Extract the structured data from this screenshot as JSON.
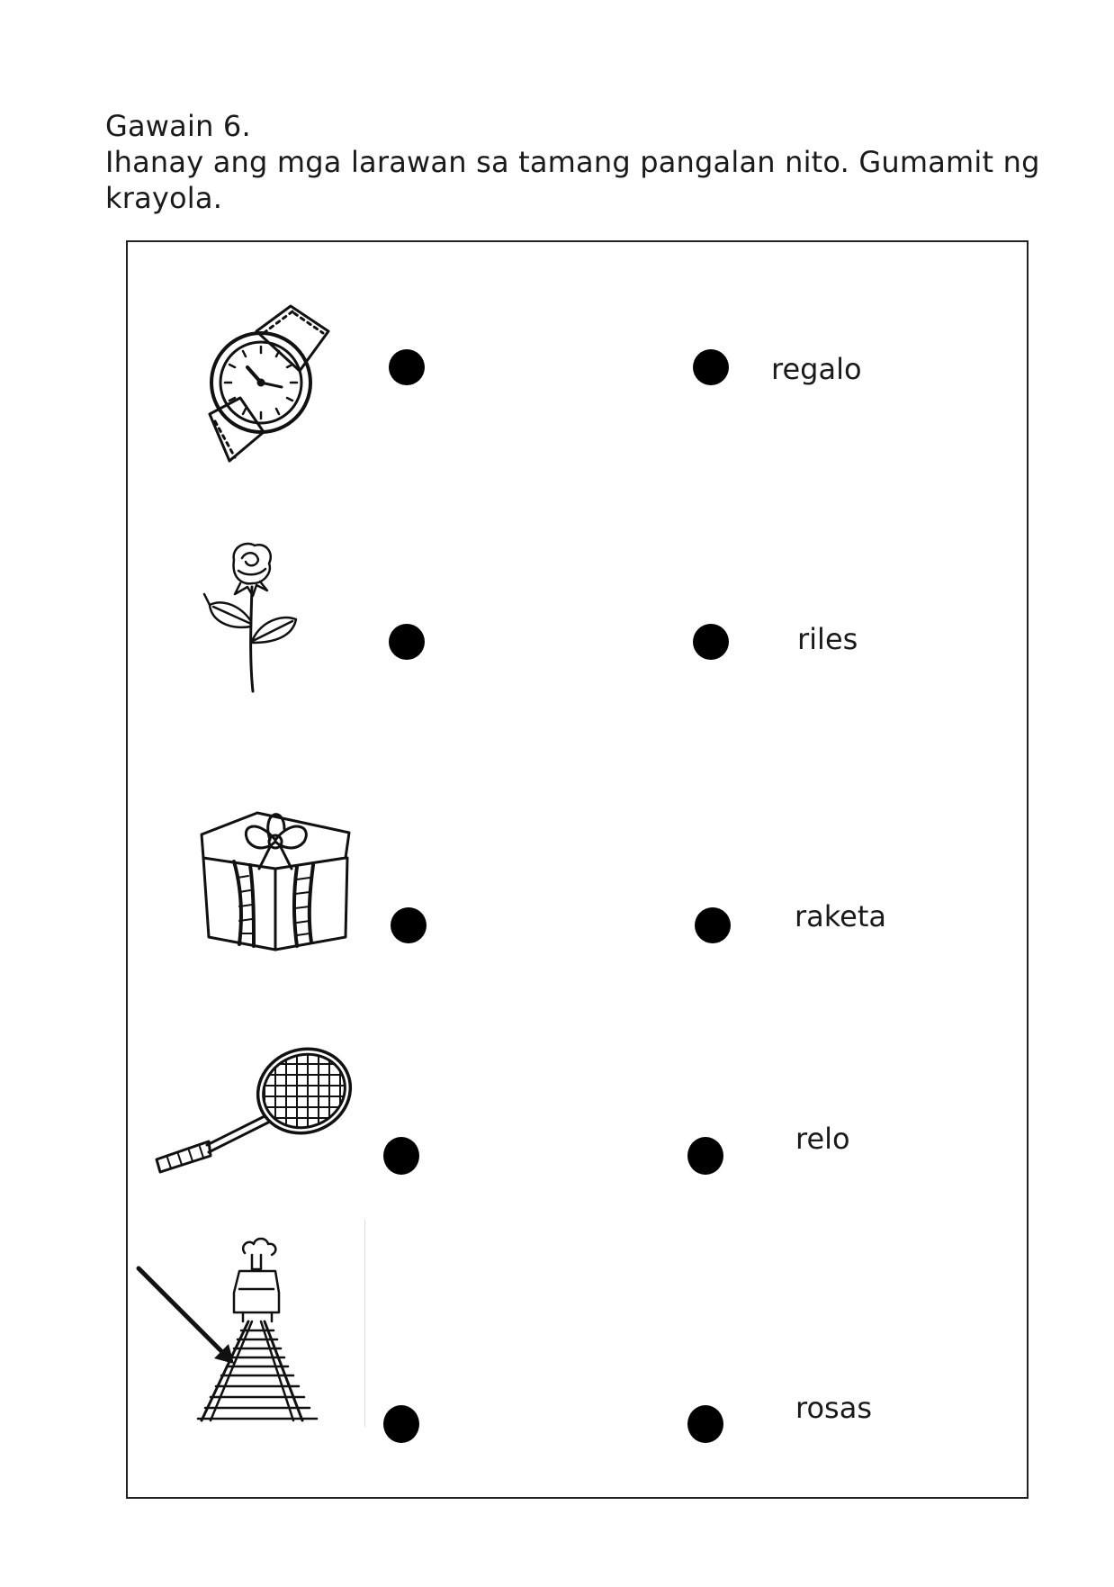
{
  "worksheet": {
    "title": "Gawain 6.",
    "instruction_line1": "Ihanay ang mga larawan sa tamang pangalan nito. Gumamit ng",
    "instruction_line2": "krayola."
  },
  "pictures": [
    {
      "icon": "wristwatch-icon"
    },
    {
      "icon": "rose-icon"
    },
    {
      "icon": "gift-box-icon"
    },
    {
      "icon": "racket-icon"
    },
    {
      "icon": "railroad-track-icon"
    }
  ],
  "words": [
    "regalo",
    "riles",
    "raketa",
    "relo",
    "rosas"
  ]
}
